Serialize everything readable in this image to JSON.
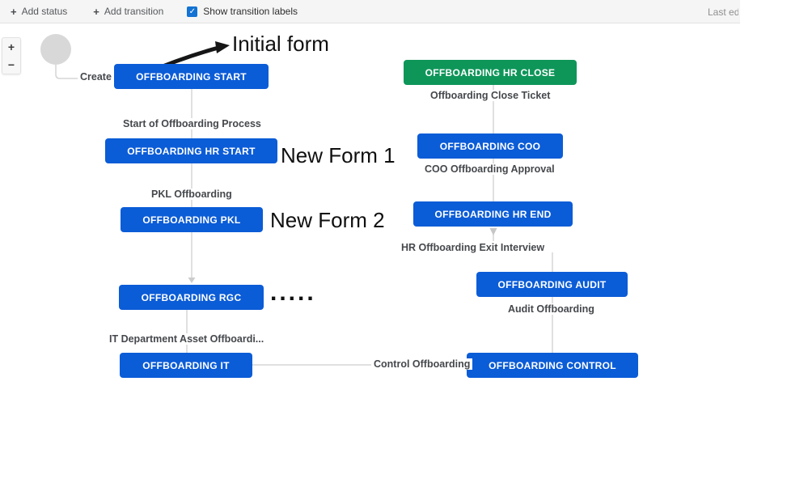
{
  "toolbar": {
    "add_status_label": "Add status",
    "add_transition_label": "Add transition",
    "plus_glyph": "+",
    "check_glyph": "✓",
    "show_transition_labels": "Show transition labels",
    "checkbox_checked": true,
    "last_edited_text": "Last edi"
  },
  "zoom_controls": {
    "zoom_in": "+",
    "zoom_out": "−"
  },
  "workflow": {
    "nodes": [
      {
        "label": "OFFBOARDING START",
        "color": "#0b5cd7"
      },
      {
        "label": "OFFBOARDING HR START",
        "color": "#0b5cd7"
      },
      {
        "label": "OFFBOARDING PKL",
        "color": "#0b5cd7"
      },
      {
        "label": "OFFBOARDING RGC",
        "color": "#0b5cd7"
      },
      {
        "label": "OFFBOARDING IT",
        "color": "#0b5cd7"
      },
      {
        "label": "OFFBOARDING HR CLOSE",
        "color": "#0e9659"
      },
      {
        "label": "OFFBOARDING COO",
        "color": "#0b5cd7"
      },
      {
        "label": "OFFBOARDING HR END",
        "color": "#0b5cd7"
      },
      {
        "label": "OFFBOARDING AUDIT",
        "color": "#0b5cd7"
      },
      {
        "label": "OFFBOARDING CONTROL",
        "color": "#0b5cd7"
      }
    ],
    "transitions": [
      {
        "label": "Create"
      },
      {
        "label": "Start of Offboarding Process"
      },
      {
        "label": "PKL Offboarding"
      },
      {
        "label": "IT Department Asset Offboardi..."
      },
      {
        "label": "Control Offboarding"
      },
      {
        "label": "Audit Offboarding"
      },
      {
        "label": "HR Offboarding Exit Interview"
      },
      {
        "label": "COO Offboarding Approval"
      },
      {
        "label": "Offboarding Close Ticket"
      }
    ],
    "annotations": {
      "initial_form": "Initial form",
      "new_form_1": "New Form 1",
      "new_form_2": "New Form 2",
      "dots": "....."
    }
  },
  "colors": {
    "status_blue": "#0b5cd7",
    "status_done_green": "#0e9659",
    "connector": "#d5d5d5",
    "toolbar_bg": "#f5f5f5",
    "checkbox_blue": "#1372d3"
  }
}
